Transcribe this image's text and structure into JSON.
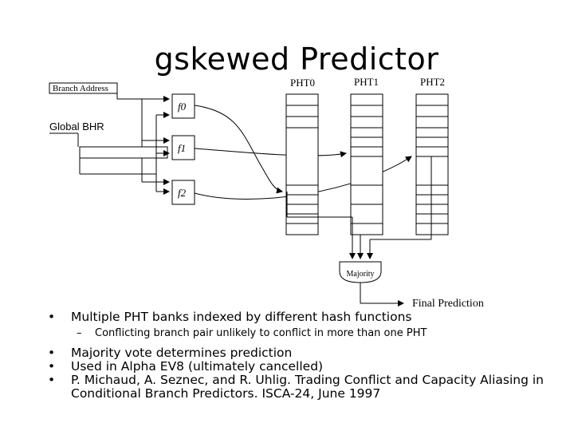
{
  "slide": {
    "title": "gskewed Predictor"
  },
  "diagram": {
    "branch_address_label": "Branch Address",
    "global_bhr_label": "Global BHR",
    "hash_functions": [
      "f0",
      "f1",
      "f2"
    ],
    "pht_banks": [
      "PHT0",
      "PHT1",
      "PHT2"
    ],
    "majority_label": "Majority",
    "final_prediction_label": "Final Prediction"
  },
  "bullets": [
    {
      "text": "Multiple PHT banks indexed by different hash functions",
      "sub": "Conflicting branch pair unlikely to conflict in more than one PHT"
    },
    {
      "text": "Majority vote determines prediction"
    },
    {
      "text": "Used in Alpha EV8 (ultimately cancelled)"
    },
    {
      "text": "P. Michaud, A. Seznec, and R. Uhlig. Trading Conflict and Capacity Aliasing in Conditional Branch Predictors. ISCA-24, June 1997"
    }
  ]
}
